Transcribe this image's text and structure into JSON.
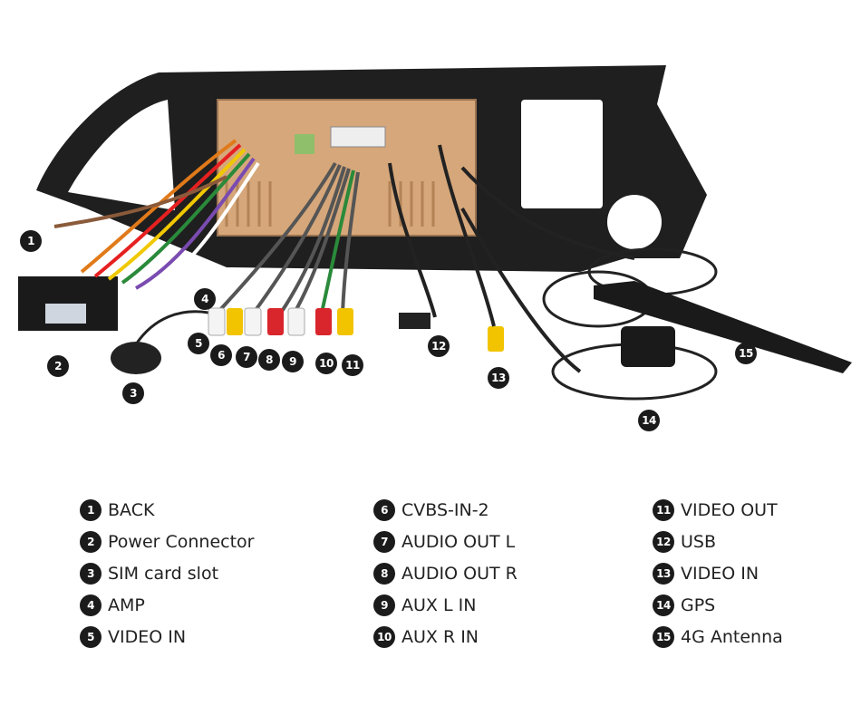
{
  "callouts": [
    "1",
    "2",
    "3",
    "4",
    "5",
    "6",
    "7",
    "8",
    "9",
    "10",
    "11",
    "12",
    "13",
    "14",
    "15"
  ],
  "legend": {
    "columns": [
      [
        {
          "num": "1",
          "label": "BACK"
        },
        {
          "num": "2",
          "label": "Power Connector"
        },
        {
          "num": "3",
          "label": "SIM card slot"
        },
        {
          "num": "4",
          "label": "AMP"
        },
        {
          "num": "5",
          "label": "VIDEO IN"
        }
      ],
      [
        {
          "num": "6",
          "label": "CVBS-IN-2"
        },
        {
          "num": "7",
          "label": "AUDIO OUT L"
        },
        {
          "num": "8",
          "label": "AUDIO OUT R"
        },
        {
          "num": "9",
          "label": "AUX L IN"
        },
        {
          "num": "10",
          "label": "AUX R IN"
        }
      ],
      [
        {
          "num": "11",
          "label": "VIDEO OUT"
        },
        {
          "num": "12",
          "label": "USB"
        },
        {
          "num": "13",
          "label": "VIDEO IN"
        },
        {
          "num": "14",
          "label": "GPS"
        },
        {
          "num": "15",
          "label": "4G Antenna"
        }
      ]
    ]
  },
  "colors": {
    "bezel": "#1f1f1f",
    "chassis": "#d6a77a",
    "rca_yellow": "#f2c400",
    "rca_red": "#d8262c",
    "rca_white": "#f4f4f4",
    "badge": "#1b1b1b"
  }
}
